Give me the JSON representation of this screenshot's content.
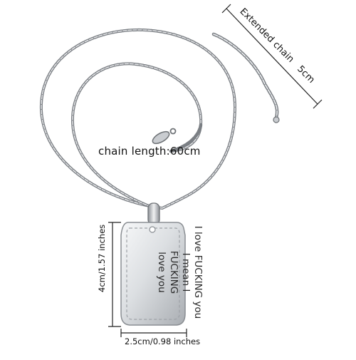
{
  "colors": {
    "metal": "#b9bcc0",
    "metal_dark": "#6e7276",
    "metal_light": "#f4f5f6",
    "text": "#111111",
    "dimension_line": "#222222"
  },
  "labels": {
    "chain_length": "chain length:60cm",
    "extended_chain": "Extended chain　5cm",
    "height": "4cm/1.57 inches",
    "width": "2.5cm/0.98 inches"
  },
  "tag": {
    "lines": [
      "I love FUCKING you",
      "I mean I",
      "FUCKING",
      "love you"
    ]
  }
}
